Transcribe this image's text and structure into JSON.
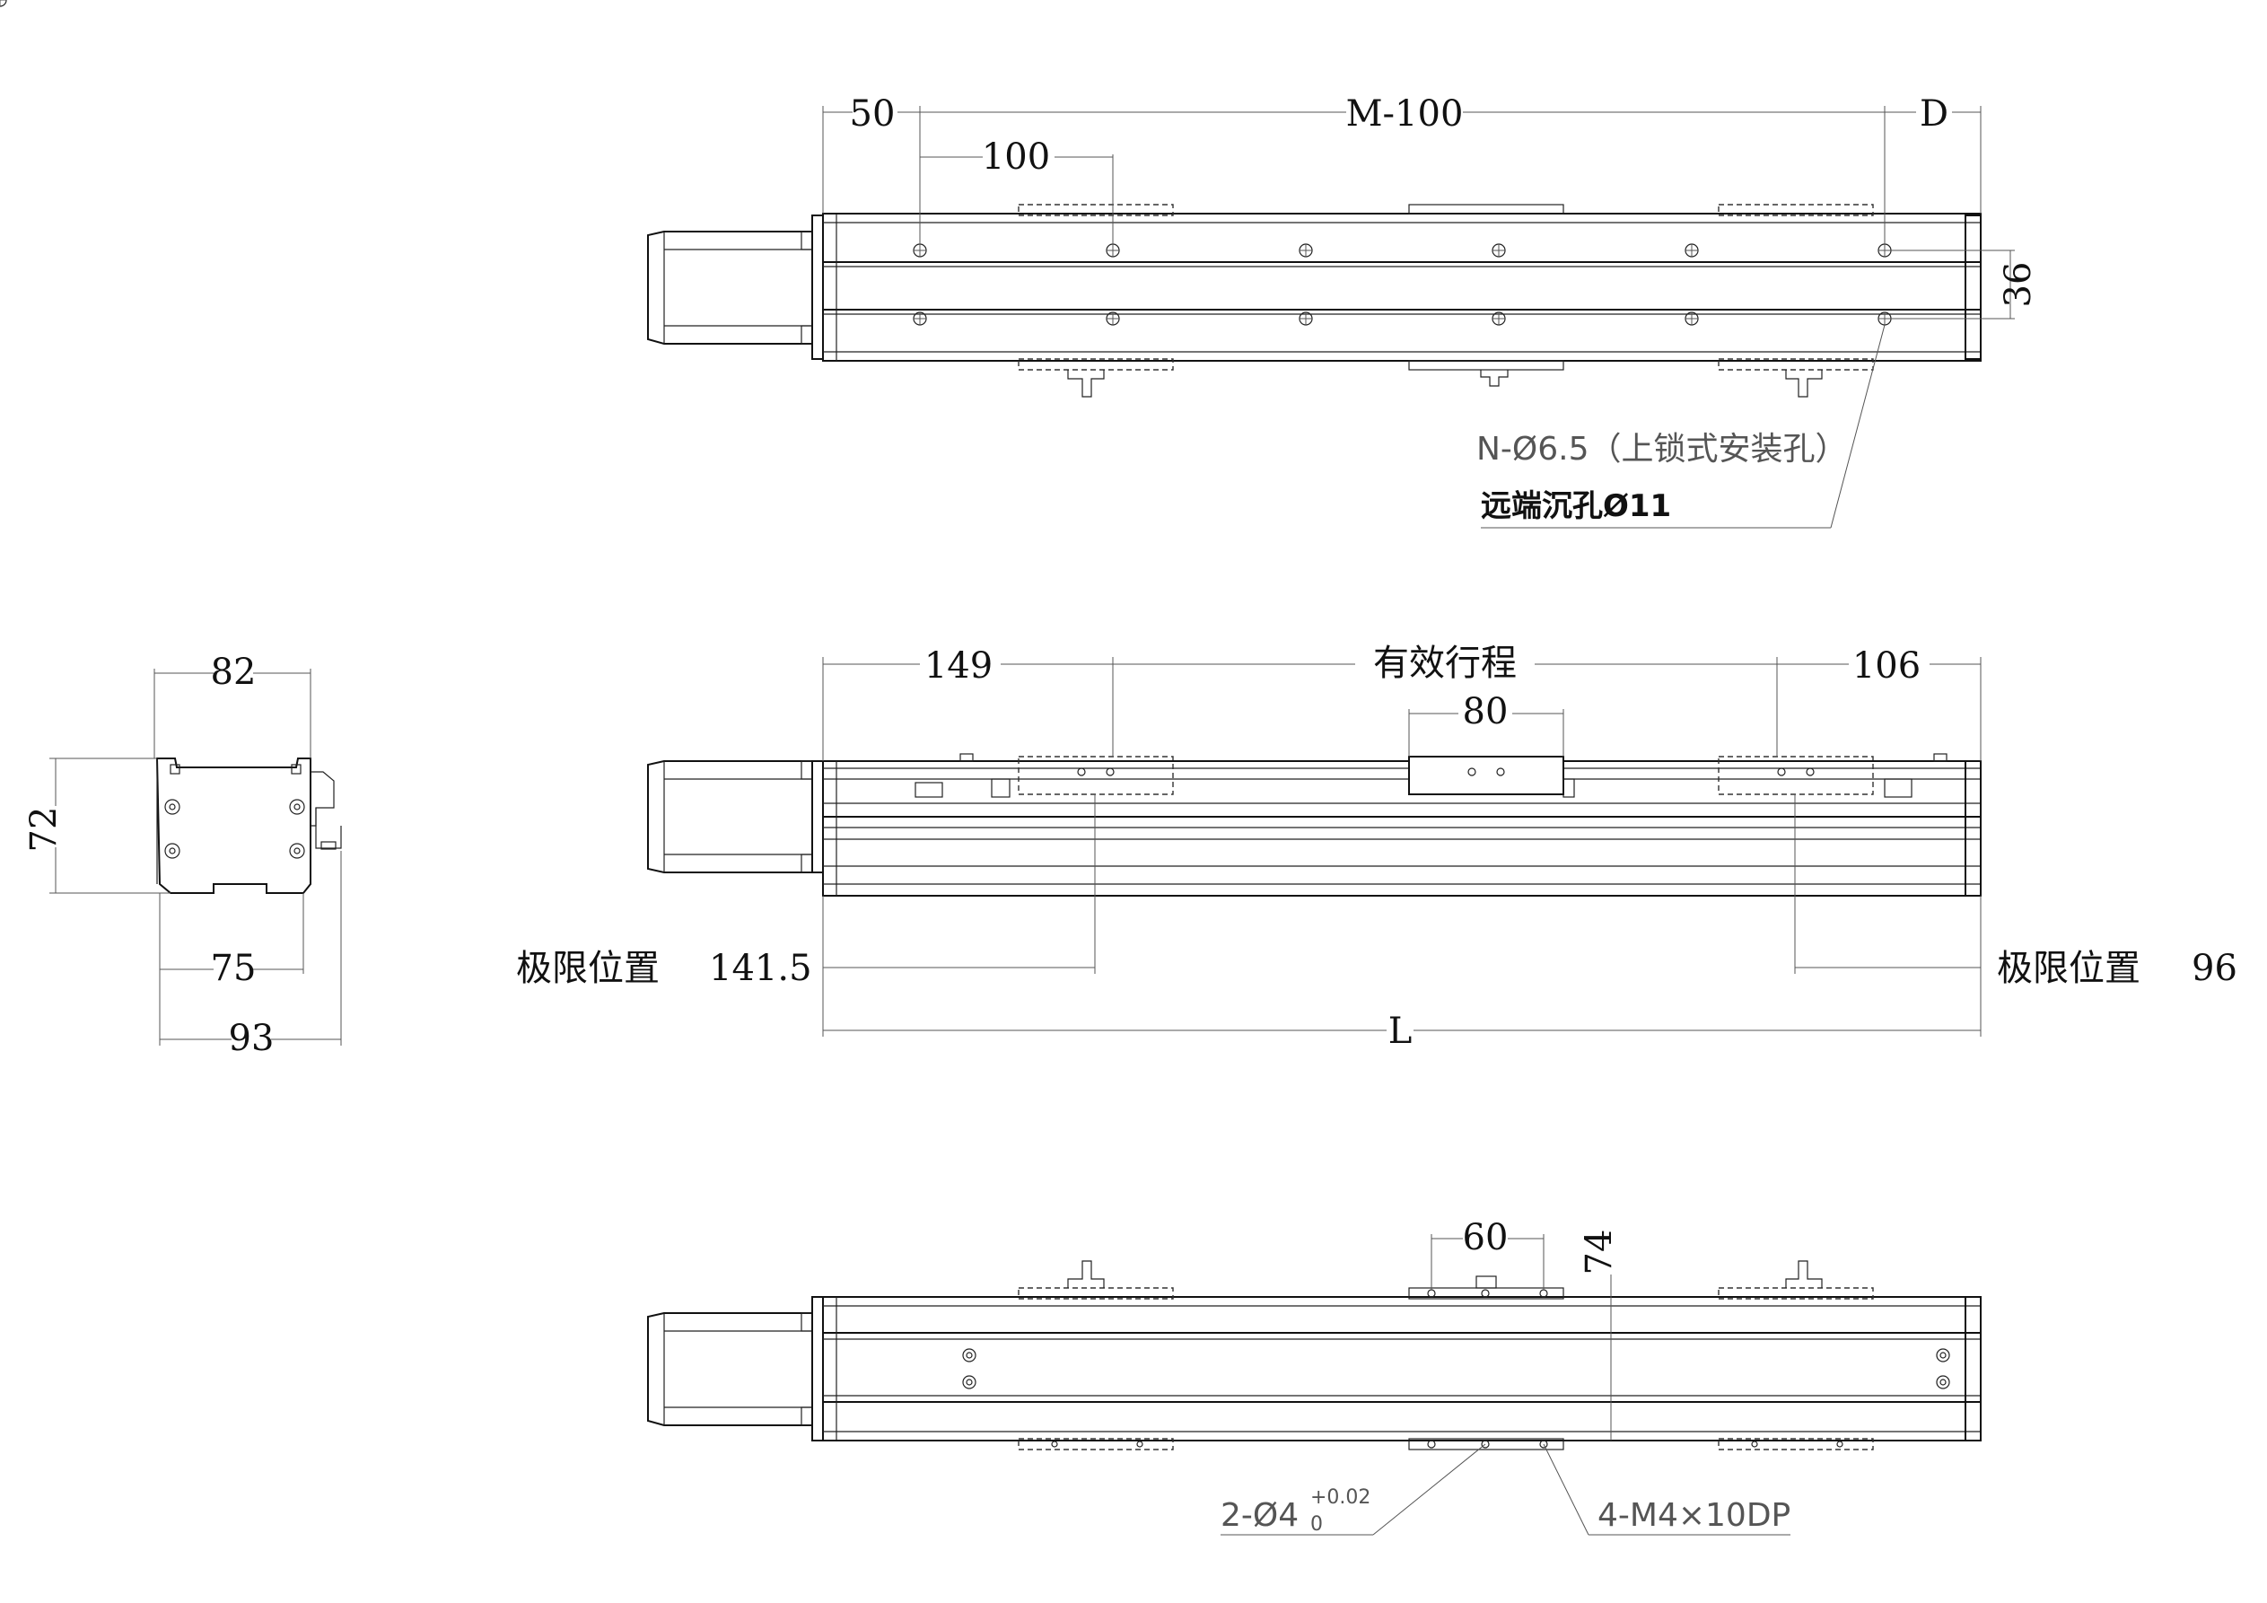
{
  "top_view": {
    "dim_left": "50",
    "dim_pitch_total": "M-100",
    "dim_right": "D",
    "dim_pitch": "100",
    "dim_rows": "36",
    "hole_note_line1": "N-Ø6.5（上锁式安装孔）",
    "hole_note_line2": "远端沉孔Ø11"
  },
  "side_view": {
    "dim_left_offset": "149",
    "dim_stroke": "有效行程",
    "dim_right_offset": "106",
    "dim_slider": "80",
    "limit_left_label": "极限位置",
    "limit_left_value": "141.5",
    "limit_right_label": "极限位置",
    "limit_right_value": "96",
    "dim_total": "L"
  },
  "end_view": {
    "dim_top": "82",
    "dim_height": "72",
    "dim_bottom_inner": "75",
    "dim_bottom_outer": "93"
  },
  "bottom_view": {
    "dim_slider_holes": "60",
    "dim_height": "74",
    "pin_note_main": "2-Ø4",
    "pin_tol_upper": "+0.02",
    "pin_tol_lower": "0",
    "thread_note": "4-M4×10DP"
  }
}
